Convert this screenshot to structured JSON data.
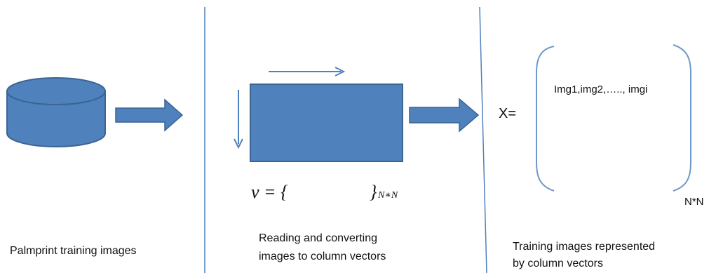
{
  "colors": {
    "shape_fill": "#4f81bd",
    "shape_stroke": "#3a6494",
    "divider": "#4f81bd",
    "bracket": "#6f97c8"
  },
  "panel_left": {
    "icon": "database-cylinder-icon",
    "caption": "Palmprint training images"
  },
  "panel_middle": {
    "formula_v": "v = {",
    "formula_close": "}",
    "formula_sub": "N∗N",
    "caption_line1": "Reading and converting",
    "caption_line2": "images to column vectors"
  },
  "panel_right": {
    "x_label": "X=",
    "matrix_content": "Img1,img2,….., imgi",
    "matrix_size": "N*N",
    "caption_line1": "Training images represented",
    "caption_line2": "by column vectors"
  }
}
